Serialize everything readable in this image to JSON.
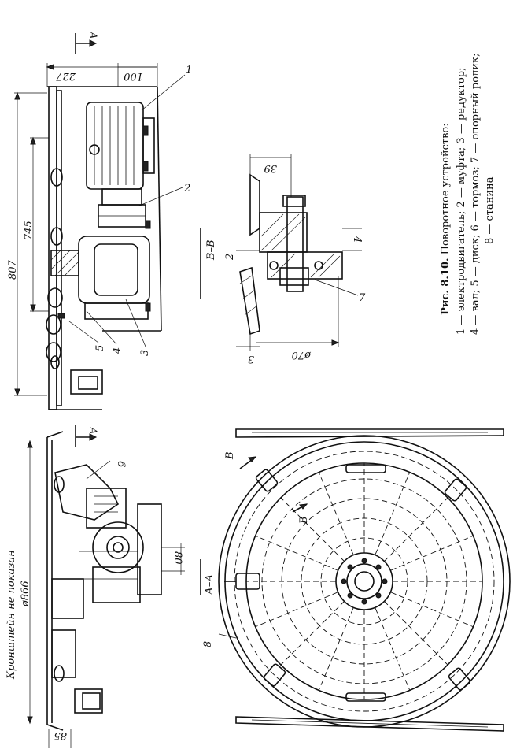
{
  "labels": {
    "part_1": "1",
    "part_2": "2",
    "part_3": "3",
    "part_4": "4",
    "part_5": "5",
    "part_6": "6",
    "part_7": "7",
    "part_8": "8",
    "part_4_small": "4"
  },
  "dimensions": {
    "d227": "227",
    "d100": "100",
    "d807": "807",
    "d745": "745",
    "d39": "39",
    "d2": "2",
    "d070": "ø70",
    "d3": "3",
    "d80": "80",
    "d866": "ø866",
    "d85": "85"
  },
  "sections": {
    "a_top": "А",
    "a_bottom": "А",
    "a_a": "А–А",
    "b_b": "В–В",
    "b_arrow_1": "В",
    "b_arrow_2": "В"
  },
  "notes": {
    "bracket": "Кронштейн не показан"
  },
  "caption": {
    "title_bold": "Рис. 8.10.",
    "title_rest": " Поворотное устройство:",
    "line2": "1 — электродвигатель;  2 — муфта;  3 — редуктор;",
    "line3": "4 — вал; 5 — диск; 6 — тормоз; 7 — опорный ролик;",
    "line4": "8 — станина"
  }
}
